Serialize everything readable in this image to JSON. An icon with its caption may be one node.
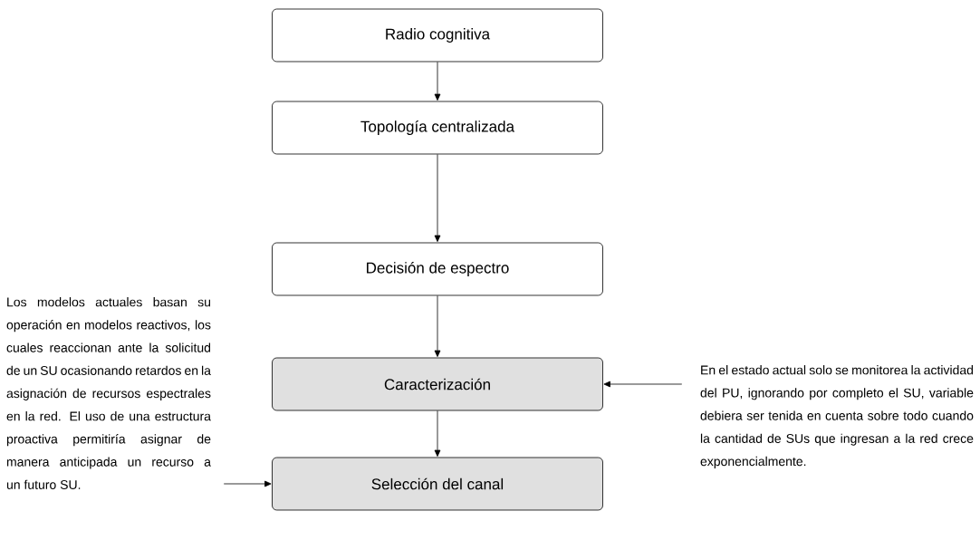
{
  "diagram": {
    "nodes": [
      {
        "text": [
          "Radio cognitiva"
        ]
      },
      {
        "text": [
          "Topología centralizada"
        ]
      },
      {
        "text": [
          "Decisión de espectro"
        ]
      },
      {
        "text": [
          "Caracterización"
        ]
      },
      {
        "text": [
          "Selección del canal"
        ]
      },
      {
        "text": [
          "Los modelos actuales basan su operación en modelos reactivos, los cuales reaccionan ante la solicitud de un SU ocasionando retardos en la asignación de recursos espectrales en la red. El uso de una estructura proactiva permitiría asignar de manera anticipada un recurso a un futuro SU."
        ]
      },
      {
        "text": [
          "En el estado actual solo se monitorea la actividad del PU, ignorando por completo el SU, variable debiera ser tenida en cuenta sobre todo cuando la cantidad de SUs que ingresan a la red crece exponencialmente."
        ]
      }
    ],
    "edges": [
      {
        "from": 0,
        "to": 1,
        "arrow": "to"
      },
      {
        "from": 1,
        "to": 2,
        "arrow": "to"
      },
      {
        "from": 2,
        "to": 3,
        "arrow": "to"
      },
      {
        "from": 3,
        "to": 4,
        "arrow": "to"
      },
      {
        "from": 6,
        "to": 3,
        "arrow": "to"
      },
      {
        "from": 5,
        "to": 4,
        "arrow": "to"
      }
    ]
  }
}
